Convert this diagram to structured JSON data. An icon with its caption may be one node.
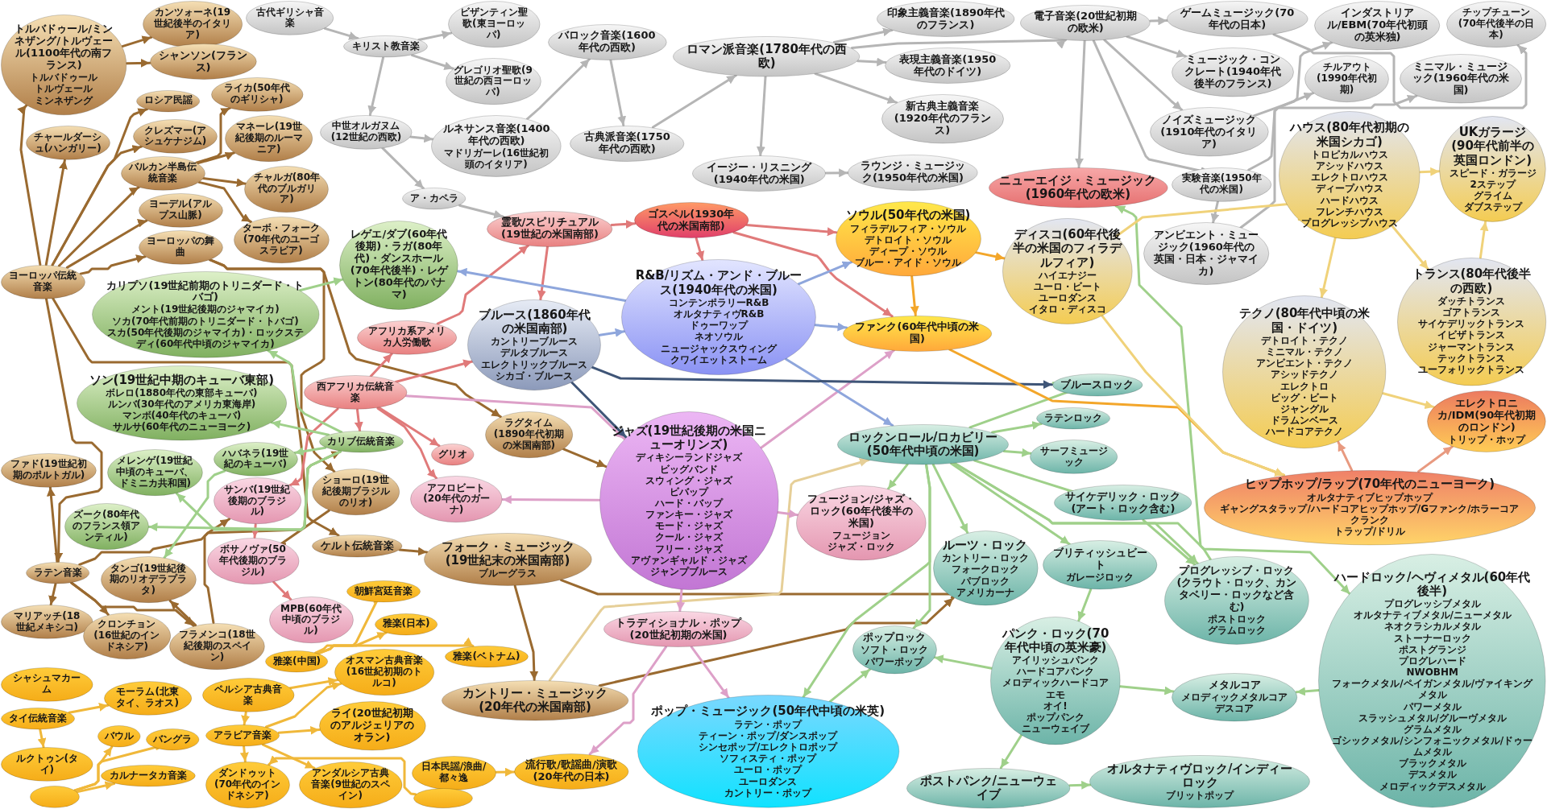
{
  "diagram": {
    "nodes": [
      {
        "text": [
          "トルバドゥール/ミンネザング/トルヴェール(1100年代の南フランス)",
          "トルバドゥール",
          "トルヴェール",
          "ミンネザング"
        ]
      },
      {
        "text": [
          "カンツォーネ(19世紀後半のイタリア)"
        ]
      },
      {
        "text": [
          "シャンソン(フランス)"
        ]
      },
      {
        "text": [
          "ロシア民謡"
        ]
      },
      {
        "text": [
          "チャールダーシュ(ハンガリー)"
        ]
      },
      {
        "text": [
          "クレズマー(アシュケナジム)"
        ]
      },
      {
        "text": [
          "ライカ(50年代のギリシャ)"
        ]
      },
      {
        "text": [
          "マネーレ(19世紀後期のルーマニア)"
        ]
      },
      {
        "text": [
          "バルカン半島伝統音楽"
        ]
      },
      {
        "text": [
          "チャルガ(80年代のブルガリア)"
        ]
      },
      {
        "text": [
          "ターボ・フォーク(70年代のユーゴスラビア)"
        ]
      },
      {
        "text": [
          "ヨーデル(アルプス山脈)"
        ]
      },
      {
        "text": [
          "ヨーロッパ伝統音楽"
        ]
      },
      {
        "text": [
          "ヨーロッパの舞曲"
        ]
      },
      {
        "text": [
          "古代ギリシャ音楽"
        ]
      },
      {
        "text": [
          "キリスト教音楽"
        ]
      },
      {
        "text": [
          "ビザンティン聖歌(東ヨーロッパ)"
        ]
      },
      {
        "text": [
          "グレゴリオ聖歌(9世紀の西ヨーロッパ)"
        ]
      },
      {
        "text": [
          "中世オルガヌム(12世紀の西欧)"
        ]
      },
      {
        "text": [
          "ルネサンス音楽(1400年代の西欧)",
          "マドリガーレ(16世紀初頭のイタリア)"
        ]
      },
      {
        "text": [
          "ア・カペラ"
        ]
      },
      {
        "text": [
          "バロック音楽(1600年代の西欧)"
        ]
      },
      {
        "text": [
          "古典派音楽(1750年代の西欧)"
        ]
      },
      {
        "text": [
          "ロマン派音楽(1780年代の西欧)"
        ]
      },
      {
        "text": [
          "印象主義音楽(1890年代のフランス)"
        ]
      },
      {
        "text": [
          "表現主義音楽(1950年代のドイツ)"
        ]
      },
      {
        "text": [
          "新古典主義音楽(1920年代のフランス)"
        ]
      },
      {
        "text": [
          "イージー・リスニング(1940年代の米国)"
        ]
      },
      {
        "text": [
          "ラウンジ・ミュージック(1950年代の米国)"
        ]
      },
      {
        "text": [
          "霊歌/スピリチュアル(19世紀の米国南部)"
        ]
      },
      {
        "text": [
          "ゴスペル(1930年代の米国南部)"
        ]
      },
      {
        "text": [
          "ソウル(50年代の米国)",
          "フィラデルフィア・ソウル",
          "デトロイト・ソウル",
          "ディープ・ソウル",
          "ブルー・アイド・ソウル"
        ]
      },
      {
        "text": [
          "R&B/リズム・アンド・ブルース(1940年代の米国)",
          "コンテンポラリーR&B",
          "オルタナティヴR&B",
          "ドゥーワップ",
          "ネオソウル",
          "ニュージャックスウィング",
          "クワイエットストーム"
        ]
      },
      {
        "text": [
          "ファンク(60年代中頃の米国)"
        ]
      },
      {
        "text": [
          "ブルース(1860年代の米国南部)",
          "カントリーブルース",
          "デルタブルース",
          "エレクトリックブルース",
          "シカゴ・ブルース"
        ]
      },
      {
        "text": [
          "電子音楽(20世紀初期の欧米)"
        ]
      },
      {
        "text": [
          "ゲームミュージック(70年代の日本)"
        ]
      },
      {
        "text": [
          "チップチューン(70年代後半の日本)"
        ]
      },
      {
        "text": [
          "ミュージック・コンクレート(1940年代後半のフランス)"
        ]
      },
      {
        "text": [
          "インダストリアル/EBM(70年代初頭の英米独)"
        ]
      },
      {
        "text": [
          "ノイズミュージック(1910年代のイタリア)"
        ]
      },
      {
        "text": [
          "ミニマル・ミュージック(1960年代の米国)"
        ]
      },
      {
        "text": [
          "実験音楽(1950年代の米国)"
        ]
      },
      {
        "text": [
          "ニューエイジ・ミュージック(1960年代の欧米)"
        ]
      },
      {
        "text": [
          "チルアウト(1990年代初期)"
        ]
      },
      {
        "text": [
          "アンビエント・ミュージック(1960年代の英国・日本・ジャマイカ)"
        ]
      },
      {
        "text": [
          "ディスコ(60年代後半の米国のフィラデルフィア)",
          "ハイエナジー",
          "ユーロ・ビート",
          "ユーロダンス",
          "イタロ・ディスコ"
        ]
      },
      {
        "text": [
          "ハウス(80年代初期の米国シカゴ)",
          "トロピカルハウス",
          "アシッドハウス",
          "エレクトロハウス",
          "ディープハウス",
          "ハードハウス",
          "フレンチハウス",
          "プログレッシブハウス"
        ]
      },
      {
        "text": [
          "UKガラージ(90年代前半の英国ロンドン)",
          "スピード・ガラージ",
          "2ステップ",
          "グライム",
          "ダブステップ"
        ]
      },
      {
        "text": [
          "テクノ(80年代中頃の米国・ドイツ)",
          "デトロイト・テクノ",
          "ミニマル・テクノ",
          "アンビエント・テクノ",
          "アシッドテクノ",
          "エレクトロ",
          "ビッグ・ビート",
          "ジャングル",
          "ドラムンベース",
          "ハードコアテクノ"
        ]
      },
      {
        "text": [
          "トランス(80年代後半の西欧)",
          "ダッチトランス",
          "ゴアトランス",
          "サイケデリックトランス",
          "イビザトランス",
          "ジャーマントランス",
          "テックトランス",
          "ユーフォリックトランス"
        ]
      },
      {
        "text": [
          "エレクトロニカ/IDM(90年代初期のロンドン)",
          "トリップ・ホップ"
        ]
      },
      {
        "text": [
          "ヒップホップ/ラップ(70年代のニューヨーク)",
          "オルタナティブヒップホップ",
          "ギャングスタラップ/ハードコアヒップホップ/Gファンク/ホラーコア",
          "クランク",
          "トラップ/ドリル"
        ]
      },
      {
        "text": [
          "レゲエ/ダブ(60年代後期)・ラガ(80年代)・ダンスホール(70年代後半)・レゲトン(80年代のパナマ)"
        ]
      },
      {
        "text": [
          "カリプソ(19世紀前期のトリニダード・トバゴ)",
          "メント(19世紀後期のジャマイカ)",
          "ソカ(70年代前期のトリニダード・トバゴ)",
          "スカ(50年代後期のジャマイカ)・ロックステディ(60年代中頃のジャマイカ)"
        ]
      },
      {
        "text": [
          "ソン(19世紀中期のキューバ東部)",
          "ボレロ(1880年代の東部キューバ)",
          "ルンバ(30年代のアメリカ東海岸)",
          "マンボ(40年代のキューバ)",
          "サルサ(60年代のニューヨーク)"
        ]
      },
      {
        "text": [
          "メレンゲ(19世紀中頃のキューバ、ドミニカ共和国)"
        ]
      },
      {
        "text": [
          "カリブ伝統音楽"
        ]
      },
      {
        "text": [
          "ズーク(80年代のフランス領アンティル)"
        ]
      },
      {
        "text": [
          "ハバネラ(19世紀のキューバ)"
        ]
      },
      {
        "text": [
          "ファド(19世紀初期のポルトガル)"
        ]
      },
      {
        "text": [
          "ラテン音楽"
        ]
      },
      {
        "text": [
          "マリアッチ(18世紀メキシコ)"
        ]
      },
      {
        "text": [
          "クロンチョン(16世紀のインドネシア)"
        ]
      },
      {
        "text": [
          "タンゴ(19世紀後期のリオデラプラタ)"
        ]
      },
      {
        "text": [
          "フラメンコ(18世紀後期のスペイン)"
        ]
      },
      {
        "text": [
          "ショーロ(19世紀後期ブラジルのリオ)"
        ]
      },
      {
        "text": [
          "ケルト伝統音楽"
        ]
      },
      {
        "text": [
          "ラグタイム(1890年代初期の米国南部)"
        ]
      },
      {
        "text": [
          "西アフリカ伝統音楽"
        ]
      },
      {
        "text": [
          "アフリカ系アメリカ人労働歌"
        ]
      },
      {
        "text": [
          "グリオ"
        ]
      },
      {
        "text": [
          "アフロビート(20年代のガーナ)"
        ]
      },
      {
        "text": [
          "サンバ(19世紀後期のブラジル)"
        ]
      },
      {
        "text": [
          "ボサノヴァ(50年代後期のブラジル)"
        ]
      },
      {
        "text": [
          "MPB(60年代中頃のブラジル)"
        ]
      },
      {
        "text": [
          "ジャズ(19世紀後期の米国ニューオリンズ)",
          "ディキシーランドジャズ",
          "ビッグバンド",
          "スウィング・ジャズ",
          "ビバップ",
          "ハード・バップ",
          "ファンキー・ジャズ",
          "モード・ジャズ",
          "クール・ジャズ",
          "フリー・ジャズ",
          "アヴァンギャルド・ジャズ",
          "ジャンプブルース"
        ]
      },
      {
        "text": [
          "フュージョン/ジャズ・ロック(60年代後半の米国)",
          "フュージョン",
          "ジャズ・ロック"
        ]
      },
      {
        "text": [
          "フォーク・ミュージック(19世紀末の米国南部)",
          "ブルーグラス"
        ]
      },
      {
        "text": [
          "トラディショナル・ポップ(20世紀初期の米国)"
        ]
      },
      {
        "text": [
          "カントリー・ミュージック(20年代の米国南部)"
        ]
      },
      {
        "text": [
          "ポップ・ミュージック(50年代中頃の米英)",
          "ラテン・ポップ",
          "ティーン・ポップ/ダンスポップ",
          "シンセポップ/エレクトロポップ",
          "ソフィスティ・ポップ",
          "ユーロ・ポップ",
          "ユーロダンス",
          "カントリー・ポップ"
        ]
      },
      {
        "text": [
          "流行歌/歌謡曲/演歌(20年代の日本)"
        ]
      },
      {
        "text": [
          "ロックンロール/ロカビリー(50年代中頃の米国)"
        ]
      },
      {
        "text": [
          "ブルースロック"
        ]
      },
      {
        "text": [
          "ラテンロック"
        ]
      },
      {
        "text": [
          "サーフミュージック"
        ]
      },
      {
        "text": [
          "サイケデリック・ロック(アート・ロック含む)"
        ]
      },
      {
        "text": [
          "ルーツ・ロック",
          "カントリー・ロック",
          "フォークロック",
          "パブロック",
          "アメリカーナ"
        ]
      },
      {
        "text": [
          "ブリティッシュビート",
          "ガレージロック"
        ]
      },
      {
        "text": [
          "プログレッシブ・ロック(クラウト・ロック、カンタベリー・ロックなど含む)",
          "ポストロック",
          "グラムロック"
        ]
      },
      {
        "text": [
          "ポップロック",
          "ソフト・ロック",
          "パワーポップ"
        ]
      },
      {
        "text": [
          "パンク・ロック(70年代中頃の英米豪)",
          "アイリッシュパンク",
          "ハードコアパンク",
          "メロディックハードコア",
          "エモ",
          "オイ!",
          "ポップパンク",
          "ニューウェイブ"
        ]
      },
      {
        "text": [
          "メタルコア",
          "メロディックメタルコア",
          "デスコア"
        ]
      },
      {
        "text": [
          "ハードロック/ヘヴィメタル(60年代後半)",
          "プログレッシブメタル",
          "オルタナティブメタル/ニューメタル",
          "ネオクラシカルメタル",
          "ストーナーロック",
          "ポストグランジ",
          "プログレハード",
          "NWOBHM",
          "フォークメタル/ペイガンメタル/ヴァイキングメタル",
          "パワーメタル",
          "スラッシュメタル/グルーヴメタル",
          "グラムメタル",
          "ゴシックメタル/シンフォニックメタル/ドゥームメタル",
          "ブラックメタル",
          "デスメタル",
          "メロディックデスメタル"
        ]
      },
      {
        "text": [
          "オルタナティヴロック/インディーロック",
          "ブリットポップ"
        ]
      },
      {
        "text": [
          "ポストパンク/ニューウェイブ"
        ]
      },
      {
        "text": [
          "朝鮮宮廷音楽"
        ]
      },
      {
        "text": [
          "雅楽(日本)"
        ]
      },
      {
        "text": [
          "雅楽(中国)"
        ]
      },
      {
        "text": [
          "雅楽(ベトナム)"
        ]
      },
      {
        "text": [
          "シャシュマカーム"
        ]
      },
      {
        "text": [
          "タイ伝統音楽"
        ]
      },
      {
        "text": [
          "モーラム(北東タイ、ラオス)"
        ]
      },
      {
        "text": [
          "ルクトゥン(タイ)"
        ]
      },
      {
        "text": [
          "バウル"
        ]
      },
      {
        "text": [
          "バングラ"
        ]
      },
      {
        "text": [
          "カルナータカ音楽"
        ]
      },
      {
        "text": [
          "ペルシア古典音楽"
        ]
      },
      {
        "text": [
          "オスマン古典音楽(16世紀初期のトルコ)"
        ]
      },
      {
        "text": [
          "アラビア音楽"
        ]
      },
      {
        "text": [
          "ライ(20世紀初期のアルジェリアのオラン)"
        ]
      },
      {
        "text": [
          "アンダルシア古典音楽(9世紀のスペイン)"
        ]
      },
      {
        "text": [
          "ダンドゥット(70年代のインドネシア)"
        ]
      },
      {
        "text": [
          "日本民謡/浪曲/都々逸"
        ]
      },
      {
        "text": [],
        "shape": "ellipse"
      },
      {
        "text": [],
        "shape": "ellipse"
      }
    ],
    "edges": [
      {
        "from": 12,
        "to": 0,
        "arrow": "to"
      },
      {
        "from": 12,
        "to": 4,
        "arrow": "to"
      },
      {
        "from": 12,
        "to": 3,
        "arrow": "to"
      },
      {
        "from": 12,
        "to": 5,
        "arrow": "to"
      },
      {
        "from": 12,
        "to": 8,
        "arrow": "to"
      },
      {
        "from": 12,
        "to": 11,
        "arrow": "to"
      },
      {
        "from": 12,
        "to": 13,
        "arrow": "to"
      },
      {
        "from": 12,
        "to": 61,
        "arrow": "to"
      },
      {
        "from": 12,
        "to": 67,
        "arrow": "to"
      },
      {
        "from": 13,
        "to": 66,
        "arrow": "to"
      },
      {
        "from": 13,
        "to": 68,
        "arrow": "to"
      },
      {
        "from": 0,
        "to": 1,
        "arrow": "to"
      },
      {
        "from": 0,
        "to": 2,
        "arrow": "to"
      },
      {
        "from": 8,
        "to": 6,
        "arrow": "to"
      },
      {
        "from": 8,
        "to": 7,
        "arrow": "to"
      },
      {
        "from": 8,
        "to": 9,
        "arrow": "to"
      },
      {
        "from": 8,
        "to": 10,
        "arrow": "to"
      },
      {
        "from": 61,
        "to": 60,
        "arrow": "to"
      },
      {
        "from": 61,
        "to": 62,
        "arrow": "to"
      },
      {
        "from": 61,
        "to": 63,
        "arrow": "to"
      },
      {
        "from": 61,
        "to": 65,
        "arrow": "to"
      },
      {
        "from": 61,
        "to": 57,
        "arrow": "to"
      },
      {
        "from": 65,
        "to": 64,
        "arrow": "to"
      },
      {
        "from": 65,
        "to": 73,
        "arrow": "to"
      },
      {
        "from": 66,
        "to": 74,
        "arrow": "to"
      },
      {
        "from": 67,
        "to": 78,
        "arrow": "to"
      },
      {
        "from": 68,
        "to": 76,
        "arrow": "to"
      },
      {
        "from": 78,
        "to": 80,
        "arrow": "to"
      },
      {
        "from": 78,
        "to": 88,
        "arrow": "to"
      },
      {
        "from": 80,
        "to": 88,
        "arrow": "to"
      },
      {
        "from": 80,
        "to": 83,
        "arrow": "to",
        "color": "#e6cf98"
      },
      {
        "from": 14,
        "to": 15,
        "arrow": "to",
        "color": "#b5b5b5"
      },
      {
        "from": 15,
        "to": 16,
        "arrow": "to",
        "color": "#b5b5b5"
      },
      {
        "from": 15,
        "to": 17,
        "arrow": "to",
        "color": "#b5b5b5"
      },
      {
        "from": 15,
        "to": 18,
        "arrow": "to",
        "color": "#b5b5b5"
      },
      {
        "from": 18,
        "to": 19,
        "arrow": "to",
        "color": "#b5b5b5"
      },
      {
        "from": 18,
        "to": 20,
        "arrow": "to",
        "color": "#b5b5b5"
      },
      {
        "from": 19,
        "to": 21,
        "arrow": "to",
        "color": "#b5b5b5"
      },
      {
        "from": 21,
        "to": 22,
        "arrow": "to",
        "color": "#b5b5b5"
      },
      {
        "from": 22,
        "to": 23,
        "arrow": "to",
        "color": "#b5b5b5"
      },
      {
        "from": 23,
        "to": 24,
        "arrow": "to",
        "color": "#b5b5b5"
      },
      {
        "from": 23,
        "to": 25,
        "arrow": "to",
        "color": "#b5b5b5"
      },
      {
        "from": 23,
        "to": 26,
        "arrow": "to",
        "color": "#b5b5b5"
      },
      {
        "from": 23,
        "to": 27,
        "arrow": "to",
        "color": "#b5b5b5"
      },
      {
        "from": 23,
        "to": 35,
        "arrow": "to",
        "color": "#b5b5b5"
      },
      {
        "from": 27,
        "to": 28,
        "arrow": "to",
        "color": "#b5b5b5"
      },
      {
        "from": 20,
        "to": 29,
        "arrow": "to",
        "color": "#b5b5b5"
      },
      {
        "from": 35,
        "to": 36,
        "arrow": "to",
        "color": "#b5b5b5"
      },
      {
        "from": 36,
        "to": 37,
        "arrow": "to",
        "color": "#b5b5b5"
      },
      {
        "from": 35,
        "to": 38,
        "arrow": "to",
        "color": "#b5b5b5"
      },
      {
        "from": 35,
        "to": 40,
        "arrow": "to",
        "color": "#b5b5b5"
      },
      {
        "from": 35,
        "to": 42,
        "arrow": "to",
        "color": "#b5b5b5"
      },
      {
        "from": 35,
        "to": 43,
        "arrow": "to",
        "color": "#b5b5b5"
      },
      {
        "from": 40,
        "to": 39,
        "arrow": "to",
        "color": "#b5b5b5"
      },
      {
        "from": 42,
        "to": 41,
        "arrow": "to",
        "color": "#b5b5b5"
      },
      {
        "from": 42,
        "to": 45,
        "arrow": "to",
        "color": "#b5b5b5"
      },
      {
        "from": 45,
        "to": 44,
        "arrow": "to",
        "color": "#b5b5b5"
      },
      {
        "from": 69,
        "to": 70,
        "arrow": "to",
        "color": "#e07a7a"
      },
      {
        "from": 69,
        "to": 34,
        "arrow": "to",
        "color": "#e07a7a"
      },
      {
        "from": 70,
        "to": 29,
        "arrow": "to",
        "color": "#e07a7a"
      },
      {
        "from": 29,
        "to": 30,
        "arrow": "to",
        "color": "#e07a7a"
      },
      {
        "from": 29,
        "to": 34,
        "arrow": "to",
        "color": "#e07a7a"
      },
      {
        "from": 30,
        "to": 31,
        "arrow": "to",
        "color": "#e07a7a"
      },
      {
        "from": 30,
        "to": 32,
        "arrow": "to",
        "color": "#e07a7a"
      },
      {
        "from": 30,
        "to": 33,
        "arrow": "to",
        "color": "#e07a7a"
      },
      {
        "from": 69,
        "to": 57,
        "arrow": "to",
        "color": "#e07a7a"
      },
      {
        "from": 69,
        "to": 71,
        "arrow": "to",
        "color": "#e07a7a"
      },
      {
        "from": 69,
        "to": 72,
        "arrow": "to",
        "color": "#e07a7a"
      },
      {
        "from": 69,
        "to": 73,
        "arrow": "to",
        "color": "#e07a7a"
      },
      {
        "from": 73,
        "to": 74,
        "arrow": "to",
        "color": "#e07a7a"
      },
      {
        "from": 74,
        "to": 75,
        "arrow": "to",
        "color": "#e07a7a"
      },
      {
        "from": 69,
        "to": 76,
        "arrow": "to",
        "color": "#dda0c8"
      },
      {
        "from": 76,
        "to": 72,
        "arrow": "to",
        "color": "#dda0c8"
      },
      {
        "from": 76,
        "to": 77,
        "arrow": "to",
        "color": "#dda0c8"
      },
      {
        "from": 76,
        "to": 79,
        "arrow": "to",
        "color": "#dda0c8"
      },
      {
        "from": 79,
        "to": 81,
        "arrow": "to",
        "color": "#dda0c8"
      },
      {
        "from": 79,
        "to": 82,
        "arrow": "to",
        "color": "#dda0c8"
      },
      {
        "from": 76,
        "to": 33,
        "arrow": "to",
        "color": "#dda0c8"
      },
      {
        "from": 32,
        "to": 53,
        "arrow": "to",
        "color": "#8ea6dc"
      },
      {
        "from": 32,
        "to": 31,
        "arrow": "to",
        "color": "#8ea6dc"
      },
      {
        "from": 32,
        "to": 33,
        "arrow": "to",
        "color": "#8ea6dc"
      },
      {
        "from": 32,
        "to": 83,
        "arrow": "to",
        "color": "#8ea6dc"
      },
      {
        "from": 34,
        "to": 32,
        "arrow": "to",
        "color": "#8ea6dc"
      },
      {
        "from": 34,
        "to": 76,
        "arrow": "to",
        "color": "#3f5577"
      },
      {
        "from": 34,
        "to": 84,
        "arrow": "to",
        "color": "#3f5577"
      },
      {
        "from": 57,
        "to": 56,
        "arrow": "to",
        "color": "#9fd08a"
      },
      {
        "from": 57,
        "to": 58,
        "arrow": "to",
        "color": "#9fd08a"
      },
      {
        "from": 57,
        "to": 59,
        "arrow": "to",
        "color": "#9fd08a"
      },
      {
        "from": 59,
        "to": 64,
        "arrow": "to",
        "color": "#9fd08a"
      },
      {
        "from": 57,
        "to": 54,
        "arrow": "to",
        "color": "#9fd08a"
      },
      {
        "from": 57,
        "to": 55,
        "arrow": "to",
        "color": "#9fd08a"
      },
      {
        "from": 54,
        "to": 53,
        "arrow": "to",
        "color": "#9fd08a"
      },
      {
        "from": 83,
        "to": 84,
        "arrow": "to",
        "color": "#9fd08a"
      },
      {
        "from": 83,
        "to": 85,
        "arrow": "to",
        "color": "#9fd08a"
      },
      {
        "from": 83,
        "to": 86,
        "arrow": "to",
        "color": "#9fd08a"
      },
      {
        "from": 83,
        "to": 87,
        "arrow": "to",
        "color": "#9fd08a"
      },
      {
        "from": 83,
        "to": 88,
        "arrow": "to",
        "color": "#9fd08a"
      },
      {
        "from": 83,
        "to": 89,
        "arrow": "to",
        "color": "#9fd08a"
      },
      {
        "from": 83,
        "to": 91,
        "arrow": "to",
        "color": "#9fd08a"
      },
      {
        "from": 83,
        "to": 81,
        "arrow": "to",
        "color": "#9fd08a"
      },
      {
        "from": 83,
        "to": 90,
        "arrow": "to",
        "color": "#9fd08a"
      },
      {
        "from": 83,
        "to": 94,
        "arrow": "to",
        "color": "#9fd08a"
      },
      {
        "from": 83,
        "to": 77,
        "arrow": "to",
        "color": "#9fd08a"
      },
      {
        "from": 87,
        "to": 90,
        "arrow": "to",
        "color": "#9fd08a"
      },
      {
        "from": 89,
        "to": 92,
        "arrow": "to",
        "color": "#9fd08a"
      },
      {
        "from": 92,
        "to": 93,
        "arrow": "to",
        "color": "#9fd08a"
      },
      {
        "from": 94,
        "to": 93,
        "arrow": "to",
        "color": "#9fd08a"
      },
      {
        "from": 92,
        "to": 96,
        "arrow": "to",
        "color": "#9fd08a"
      },
      {
        "from": 92,
        "to": 91,
        "arrow": "to",
        "color": "#9fd08a"
      },
      {
        "from": 81,
        "to": 91,
        "arrow": "to",
        "color": "#9fd08a"
      },
      {
        "from": 96,
        "to": 95,
        "arrow": "to",
        "color": "#9fd08a"
      },
      {
        "from": 90,
        "to": 43,
        "arrow": "to",
        "color": "#9fd08a"
      },
      {
        "from": 31,
        "to": 33,
        "arrow": "to",
        "color": "#f3a62a"
      },
      {
        "from": 31,
        "to": 46,
        "arrow": "to",
        "color": "#f3a62a"
      },
      {
        "from": 33,
        "to": 52,
        "arrow": "to",
        "color": "#f3a62a"
      },
      {
        "from": 46,
        "to": 47,
        "arrow": "to",
        "color": "#f0d27a"
      },
      {
        "from": 46,
        "to": 52,
        "arrow": "to",
        "color": "#f0d27a"
      },
      {
        "from": 47,
        "to": 48,
        "arrow": "to",
        "color": "#f0d27a"
      },
      {
        "from": 47,
        "to": 49,
        "arrow": "to",
        "color": "#f0d27a"
      },
      {
        "from": 47,
        "to": 50,
        "arrow": "to",
        "color": "#f0d27a"
      },
      {
        "from": 50,
        "to": 48,
        "arrow": "to",
        "color": "#f0d27a"
      },
      {
        "from": 49,
        "to": 51,
        "arrow": "to",
        "color": "#f0d27a"
      },
      {
        "from": 52,
        "to": 49,
        "arrow": "to",
        "color": "#e89a80"
      },
      {
        "from": 52,
        "to": 51,
        "arrow": "to",
        "color": "#e89a80"
      },
      {
        "from": 99,
        "to": 97,
        "arrow": "to",
        "color": "#f0b83a"
      },
      {
        "from": 99,
        "to": 98,
        "arrow": "to",
        "color": "#f0b83a"
      },
      {
        "from": 99,
        "to": 100,
        "arrow": "to",
        "color": "#f0b83a"
      },
      {
        "from": 102,
        "to": 103,
        "arrow": "to",
        "color": "#f0b83a"
      },
      {
        "from": 102,
        "to": 104,
        "arrow": "to",
        "color": "#f0b83a"
      },
      {
        "from": 115,
        "to": 105,
        "arrow": "to",
        "color": "#f0b83a"
      },
      {
        "from": 115,
        "to": 106,
        "arrow": "to",
        "color": "#f0b83a"
      },
      {
        "from": 115,
        "to": 107,
        "arrow": "to",
        "color": "#f0b83a"
      },
      {
        "from": 108,
        "to": 109,
        "arrow": "to",
        "color": "#f0b83a"
      },
      {
        "from": 108,
        "to": 110,
        "arrow": "to",
        "color": "#f0b83a"
      },
      {
        "from": 110,
        "to": 109,
        "arrow": "to",
        "color": "#f0b83a"
      },
      {
        "from": 110,
        "to": 111,
        "arrow": "to",
        "color": "#f0b83a"
      },
      {
        "from": 110,
        "to": 112,
        "arrow": "to",
        "color": "#f0b83a"
      },
      {
        "from": 110,
        "to": 113,
        "arrow": "to",
        "color": "#f0b83a"
      },
      {
        "from": 116,
        "to": 113,
        "arrow": "to",
        "color": "#f0b83a"
      },
      {
        "from": 114,
        "to": 82,
        "arrow": "to",
        "color": "#f0b83a"
      }
    ]
  }
}
